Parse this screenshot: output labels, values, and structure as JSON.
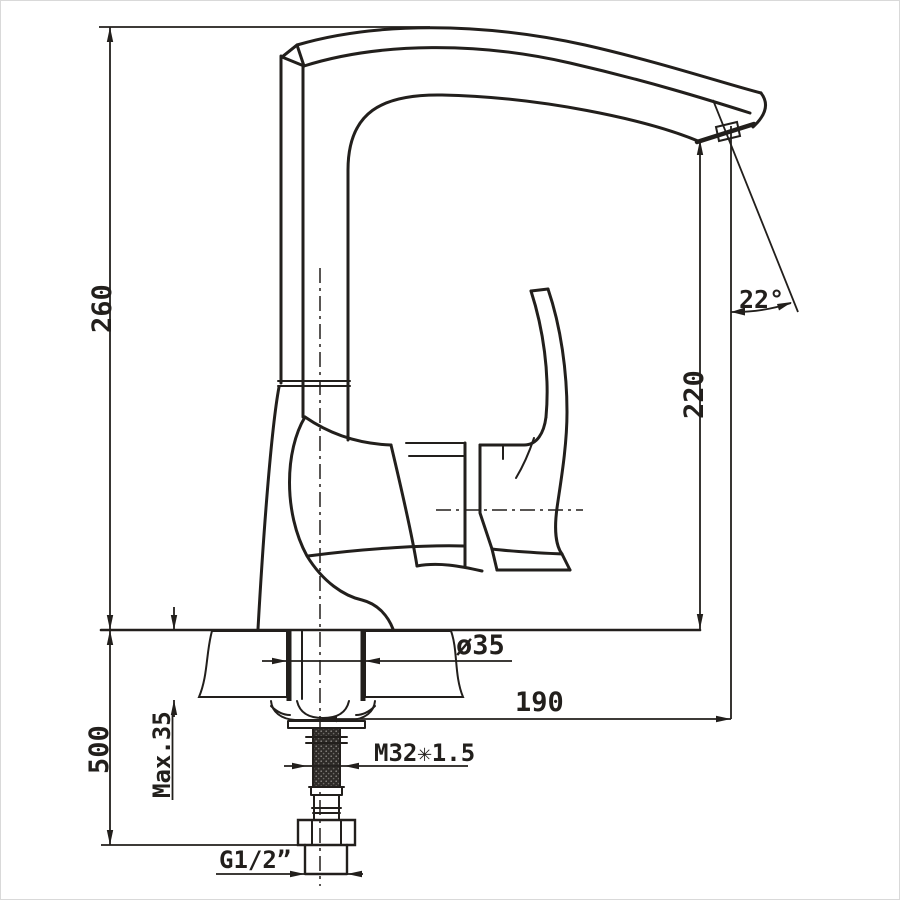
{
  "drawing": {
    "background": "#ffffff",
    "line_color": "#221f1c",
    "labels": {
      "height_above_counter": "260",
      "spout_height": "220",
      "spout_reach": "190",
      "spout_angle": "22°",
      "hole_diameter": "ø35",
      "counter_thickness_max": "Max.35",
      "height_below_counter": "500",
      "mounting_thread": "M32✳1.5",
      "inlet_thread": "G1/2”"
    }
  }
}
